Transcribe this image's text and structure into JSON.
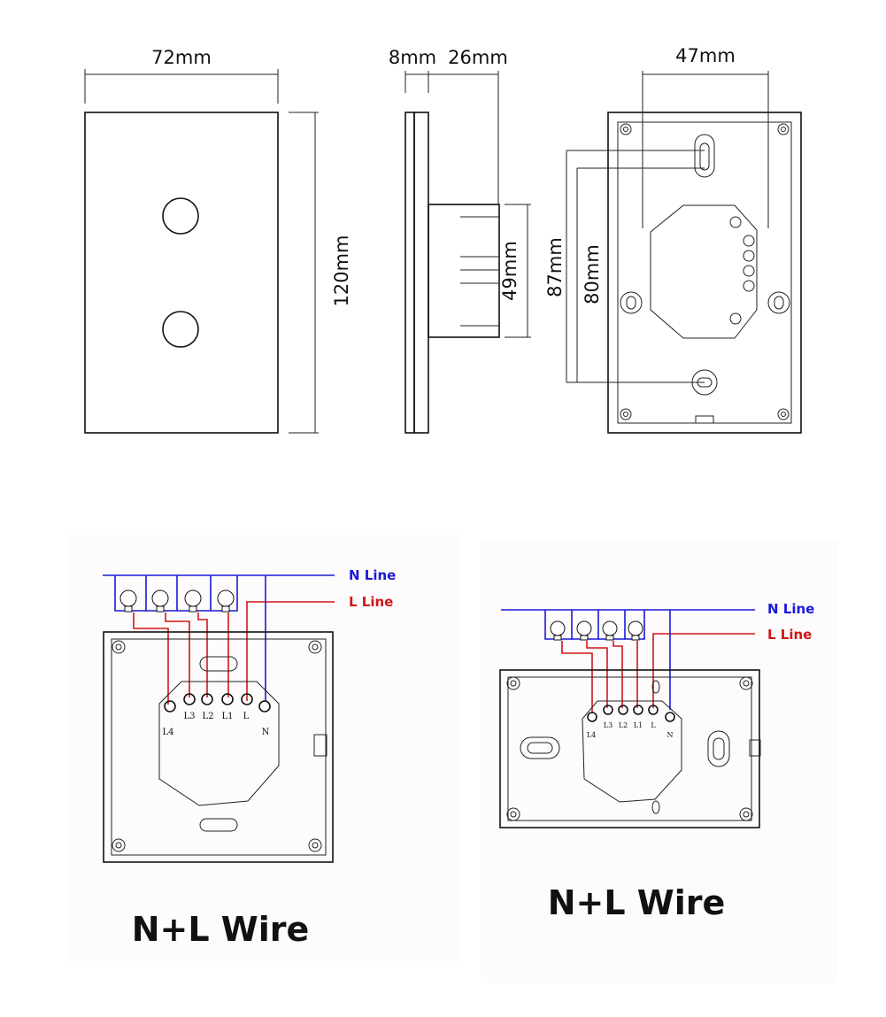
{
  "dimensions": {
    "front_width": "72mm",
    "height": "120mm",
    "plate_thickness": "8mm",
    "body_depth": "26mm",
    "body_height": "49mm",
    "back_width": "47mm",
    "screw_spacing_outer": "87mm",
    "screw_spacing_inner": "80mm"
  },
  "wiring_left": {
    "n_label": "N Line",
    "l_label": "L Line",
    "terminals": [
      "L4",
      "L3",
      "L2",
      "L1",
      "L",
      "N"
    ],
    "caption": "N+L Wire"
  },
  "wiring_right": {
    "n_label": "N Line",
    "l_label": "L Line",
    "terminals": [
      "L4",
      "L3",
      "L2",
      "L1",
      "L",
      "N"
    ],
    "caption": "N+L Wire"
  },
  "colors": {
    "n_line": "#1a1ad6",
    "l_line": "#d01818",
    "ink": "#111111"
  }
}
